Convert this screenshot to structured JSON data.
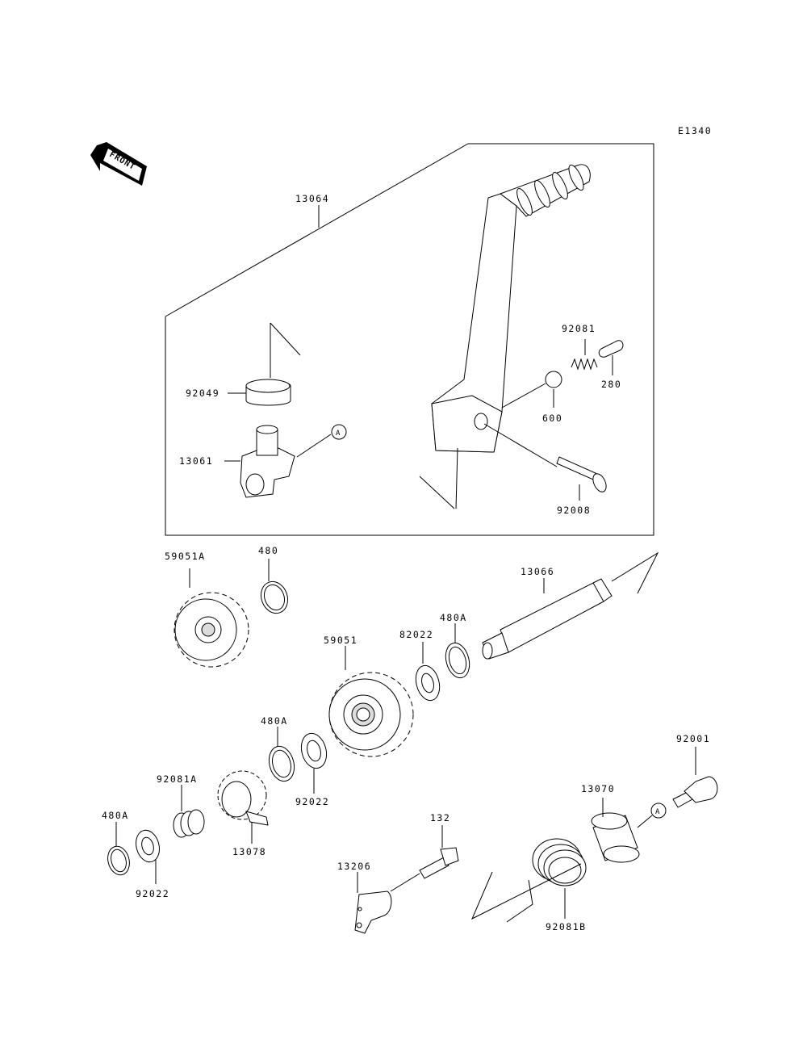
{
  "diagram": {
    "code": "E1340",
    "front_label": "FRONT",
    "ref_marker": "A",
    "parts": {
      "p13064": "13064",
      "p92049": "92049",
      "p13061": "13061",
      "p92081": "92081",
      "p280": "280",
      "p600": "600",
      "p92008": "92008",
      "p59051A": "59051A",
      "p480": "480",
      "p13066": "13066",
      "p82022": "82022",
      "p480A_top": "480A",
      "p59051": "59051",
      "p480A_mid": "480A",
      "p92022_mid": "92022",
      "p92081A": "92081A",
      "p480A_left": "480A",
      "p92022_left": "92022",
      "p13078": "13078",
      "p132": "132",
      "p13206": "13206",
      "p92081B": "92081B",
      "p13070": "13070",
      "p92001": "92001"
    }
  }
}
